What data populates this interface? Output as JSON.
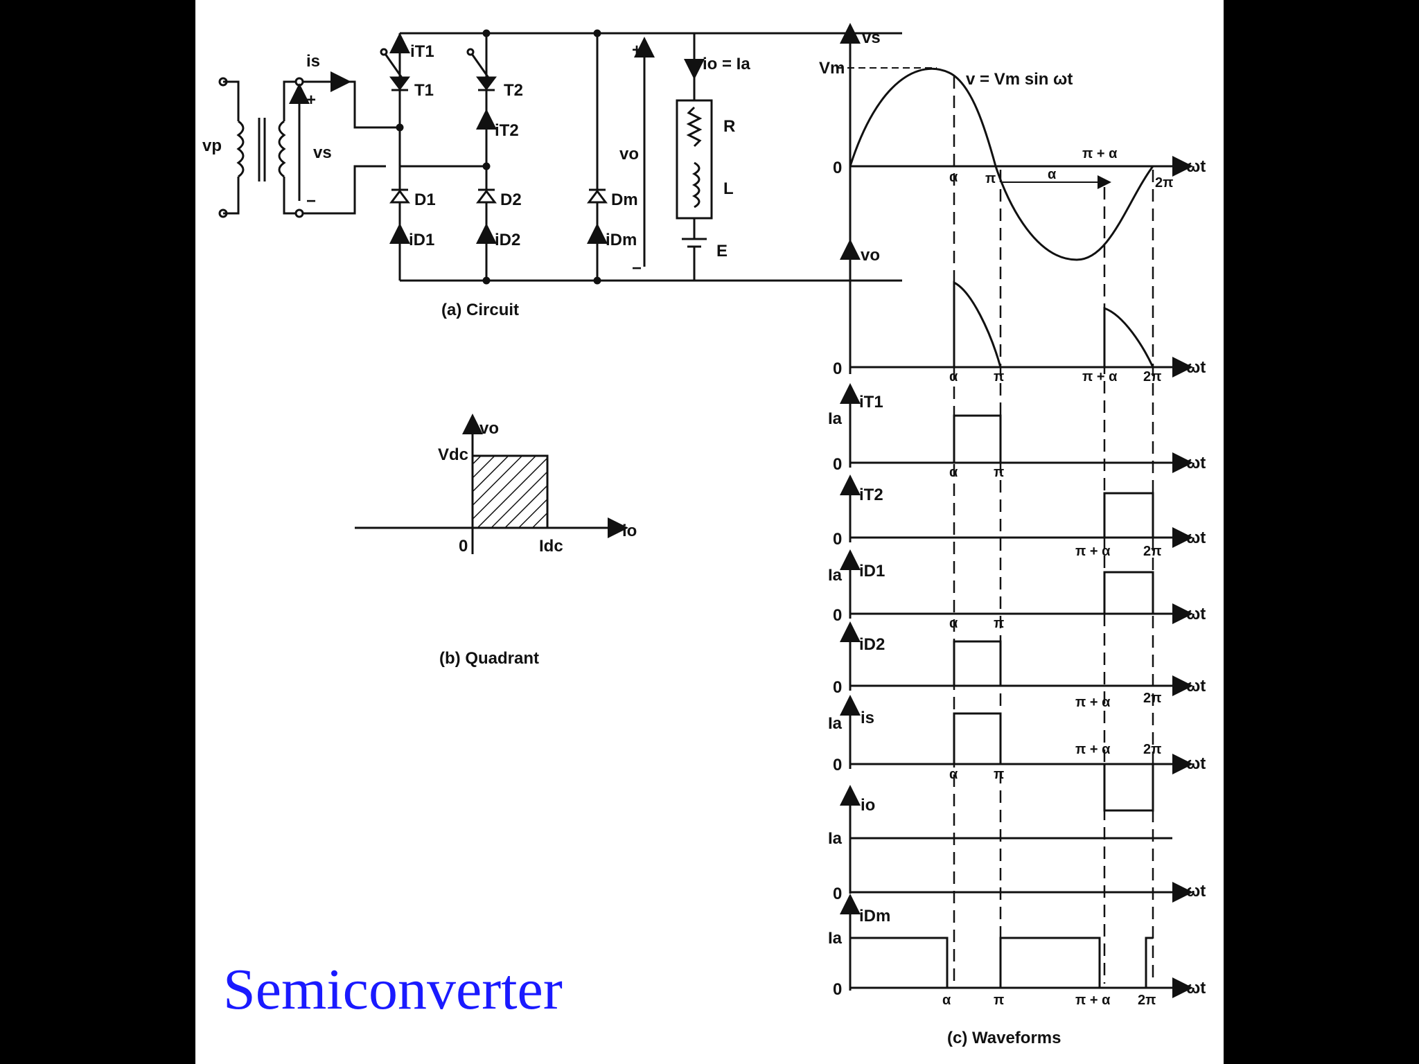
{
  "slide_title": "Semiconverter",
  "circuit": {
    "caption": "(a) Circuit",
    "labels": {
      "vp": "vp",
      "is": "is",
      "vs": "vs",
      "plus": "+",
      "minus": "−",
      "T1": "T1",
      "T2": "T2",
      "iT1": "iT1",
      "iT2": "iT2",
      "D1": "D1",
      "D2": "D2",
      "Dm": "Dm",
      "iD1": "iD1",
      "iD2": "iD2",
      "iDm": "iDm",
      "vo": "vo",
      "io_eq": "io = Ia",
      "R": "R",
      "L": "L",
      "E": "E"
    }
  },
  "quadrant": {
    "caption": "(b) Quadrant",
    "vo": "vo",
    "io": "io",
    "vdc": "Vdc",
    "idc": "Idc",
    "zero": "0"
  },
  "waveforms": {
    "caption": "(c) Waveforms",
    "wt": "ωt",
    "vs_eq": "v = Vm sin ωt",
    "ticks": {
      "alpha": "α",
      "pi": "π",
      "pi_alpha": "π + α",
      "two_pi": "2π",
      "zero": "0",
      "vm": "Vm",
      "ia": "Ia"
    },
    "panels": [
      "vs",
      "vo",
      "iT1",
      "iT2",
      "iD1",
      "iD2",
      "is",
      "io",
      "iDm"
    ]
  }
}
